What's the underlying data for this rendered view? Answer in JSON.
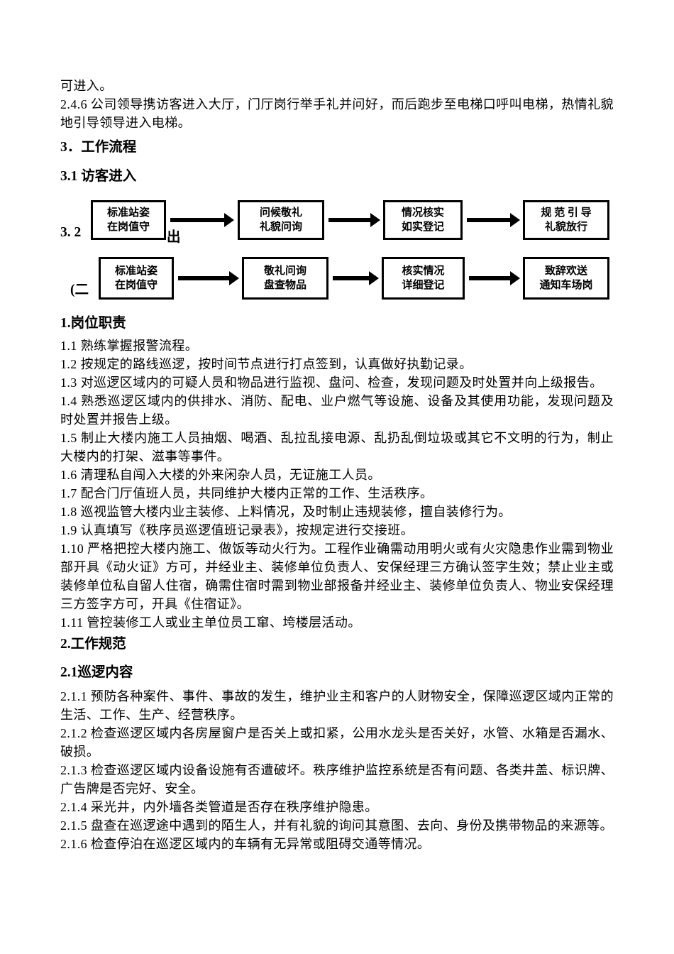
{
  "doc": {
    "intro_tail": "可进入。",
    "p246": "2.4.6 公司领导携访客进入大厅，门厅岗行举手礼并问好，而后跑步至电梯口呼叫电梯，热情礼貌地引导领导进入电梯。",
    "h3": "3．工作流程",
    "h31": "3.1 访客进入",
    "h32_prefix": "3. 2",
    "h32_suffix": "出",
    "paren_fragment": "(二",
    "h1": "1.岗位职责",
    "items1": [
      "1.1 熟练掌握报警流程。",
      "1.2 按规定的路线巡逻，按时间节点进行打点签到，认真做好执勤记录。",
      "1.3 对巡逻区域内的可疑人员和物品进行监视、盘问、检查，发现问题及时处置并向上级报告。",
      "1.4 熟悉巡逻区域内的供排水、消防、配电、业户燃气等设施、设备及其使用功能，发现问题及时处置并报告上级。",
      "1.5 制止大楼内施工人员抽烟、喝酒、乱拉乱接电源、乱扔乱倒垃圾或其它不文明的行为，制止大楼内的打架、滋事等事件。",
      "1.6 清理私自闯入大楼的外来闲杂人员，无证施工人员。",
      "1.7 配合门厅值班人员，共同维护大楼内正常的工作、生活秩序。",
      "1.8 巡视监管大楼内业主装修、上料情况，及时制止违规装修，擅自装修行为。",
      "1.9 认真填写《秩序员巡逻值班记录表》，按规定进行交接班。",
      "1.10 严格把控大楼内施工、做饭等动火行为。工程作业确需动用明火或有火灾隐患作业需到物业部开具《动火证》方可，并经业主、装修单位负责人、安保经理三方确认签字生效；禁止业主或装修单位私自留人住宿，确需住宿时需到物业部报备并经业主、装修单位负责人、物业安保经理三方签字方可，开具《住宿证》。",
      "1.11 管控装修工人或业主单位员工窜、垮楼层活动。"
    ],
    "h2": "2.工作规范",
    "h21": "2.1巡逻内容",
    "items2": [
      "2.1.1 预防各种案件、事件、事故的发生，维护业主和客户的人财物安全，保障巡逻区域内正常的生活、工作、生产、经营秩序。",
      "2.1.2 检查巡逻区域内各房屋窗户是否关上或扣紧，公用水龙头是否关好，水管、水箱是否漏水、破损。",
      "2.1.3 检查巡逻区域内设备设施有否遭破坏。秩序维护监控系统是否有问题、各类井盖、标识牌、广告牌是否完好、安全。",
      "2.1.4 采光井，内外墙各类管道是否存在秩序维护隐患。",
      "2.1.5 盘查在巡逻途中遇到的陌生人，并有礼貌的询问其意图、去向、身份及携带物品的来源等。",
      "2.1.6 检查停泊在巡逻区域内的车辆有无异常或阻碍交通等情况。"
    ]
  },
  "flow": {
    "row1": [
      {
        "line1": "标准站姿",
        "line2": "在岗值守"
      },
      {
        "line1": "问候敬礼",
        "line2": "礼貌问询"
      },
      {
        "line1": "情况核实",
        "line2": "如实登记"
      },
      {
        "line1": "规 范 引 导",
        "line2": "礼貌放行"
      }
    ],
    "row2": [
      {
        "line1": "标准站姿",
        "line2": "在岗值守"
      },
      {
        "line1": "敬礼问询",
        "line2": "盘查物品"
      },
      {
        "line1": "核实情况",
        "line2": "详细登记"
      },
      {
        "line1": "致辞欢送",
        "line2": "通知车场岗"
      }
    ]
  },
  "colors": {
    "ink": "#000000",
    "paper": "#ffffff"
  }
}
